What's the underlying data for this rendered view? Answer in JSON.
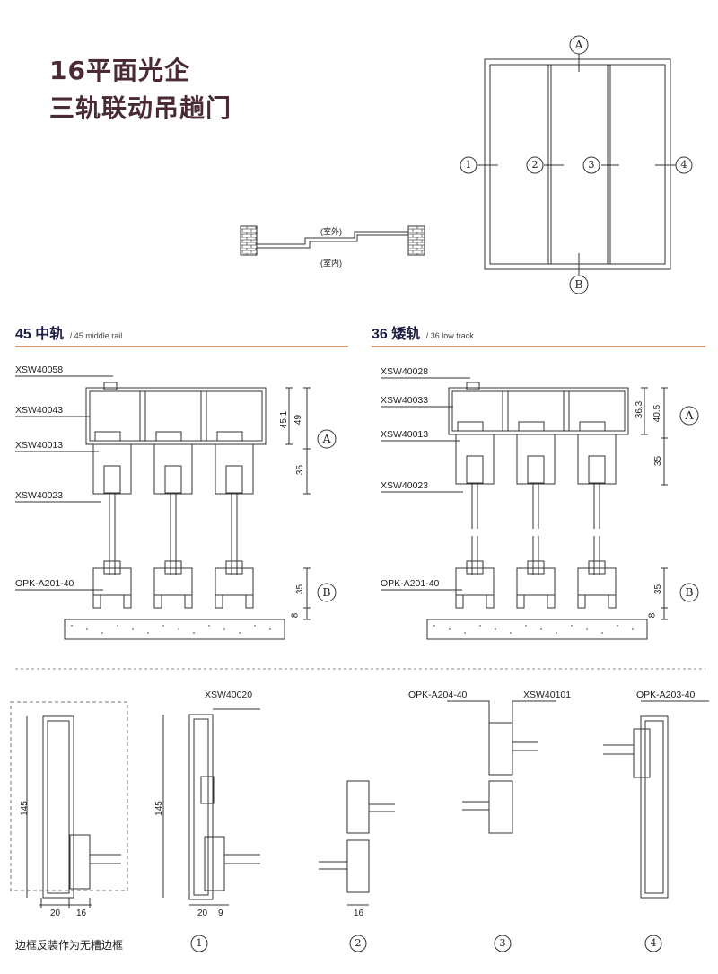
{
  "title": {
    "line1": "16平面光企",
    "line2": "三轨联动吊趟门"
  },
  "plan": {
    "outside_label": "(室外)",
    "inside_label": "(室内)",
    "marker_a": "A",
    "marker_b": "B",
    "markers": [
      "1",
      "2",
      "3",
      "4"
    ]
  },
  "sections": {
    "middle_rail": {
      "title": "45 中轨",
      "subtitle": "/ 45 middle rail",
      "part_labels": [
        "XSW40058",
        "XSW40043",
        "XSW40013",
        "XSW40023",
        "OPK-A201-40"
      ],
      "dims": [
        "45.1",
        "49",
        "35",
        "35",
        "8"
      ],
      "marker_a": "A",
      "marker_b": "B"
    },
    "low_track": {
      "title": "36 矮轨",
      "subtitle": "/ 36 low track",
      "part_labels": [
        "XSW40028",
        "XSW40033",
        "XSW40013",
        "XSW40023",
        "OPK-A201-40"
      ],
      "dims": [
        "36.3",
        "40.5",
        "35",
        "35",
        "8"
      ],
      "marker_a": "A",
      "marker_b": "B"
    }
  },
  "details": {
    "frame_note": "边框反装作为无槽边框",
    "d0_dims": [
      "145",
      "20",
      "16"
    ],
    "d1_label": "XSW40020",
    "d1_dims": [
      "145",
      "20",
      "9"
    ],
    "d2_dims": [
      "16"
    ],
    "d3_labels": [
      "OPK-A204-40",
      "XSW40101"
    ],
    "d4_label": "OPK-A203-40",
    "markers": [
      "1",
      "2",
      "3",
      "4"
    ]
  },
  "colors": {
    "title": "#4a2a34",
    "section_title": "#1e1e46",
    "accent_rule": "#c8601e",
    "line": "#333333"
  }
}
